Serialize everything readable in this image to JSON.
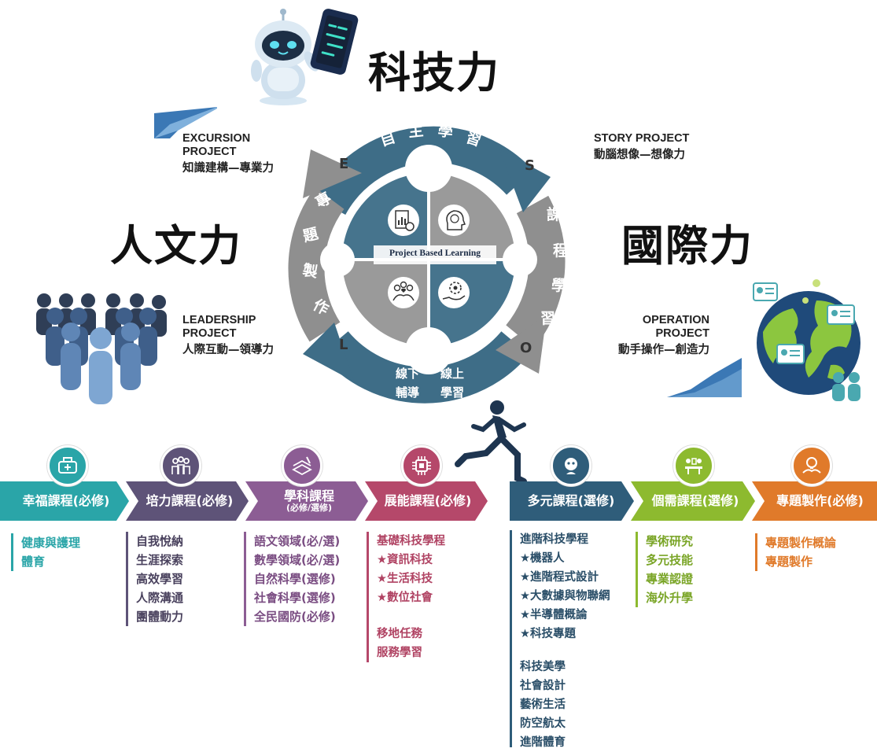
{
  "titles": {
    "top": "科技力",
    "left": "人文力",
    "right": "國際力"
  },
  "projects": {
    "excursion": {
      "line1": "EXCURSION",
      "line2": "PROJECT",
      "cn": "知識建構—專業力"
    },
    "story": {
      "line1": "STORY PROJECT",
      "cn": "動腦想像—想像力"
    },
    "leadership": {
      "line1": "LEADERSHIP",
      "line2": "PROJECT",
      "cn": "人際互動—領導力"
    },
    "operation": {
      "line1": "OPERATION",
      "line2": "PROJECT",
      "cn": "動手操作—創造力"
    }
  },
  "cycle": {
    "top_text": [
      "自",
      "主",
      "學",
      "習"
    ],
    "right_text": [
      "課",
      "程",
      "學",
      "習"
    ],
    "left_text": [
      "專",
      "題",
      "製",
      "作"
    ],
    "bottom_text": [
      "線下",
      "線上",
      "輔導",
      "學習"
    ],
    "letters": {
      "e": "E",
      "s": "S",
      "o": "O",
      "l": "L"
    },
    "center_label": "Project Based Learning",
    "colors": {
      "arrow_blue": "#3e6d87",
      "arrow_gray": "#8f8f8f",
      "quad_blue": "#46748d",
      "quad_gray": "#9a9a9a"
    }
  },
  "categories": [
    {
      "label": "幸福課程(必修)",
      "sub": "",
      "color": "#2aa5a8",
      "icon": "health-icon"
    },
    {
      "label": "培力課程(必修)",
      "sub": "",
      "color": "#5e5378",
      "icon": "group-icon"
    },
    {
      "label": "學科課程",
      "sub": "(必修/選修)",
      "color": "#8c5d94",
      "icon": "book-icon"
    },
    {
      "label": "展能課程(必修)",
      "sub": "",
      "color": "#b5486a",
      "icon": "chip-icon"
    },
    {
      "label": "多元課程(選修)",
      "sub": "",
      "color": "#2f5d7a",
      "icon": "robot-head-icon"
    },
    {
      "label": "個需課程(選修)",
      "sub": "",
      "color": "#8dba2f",
      "icon": "meeting-icon"
    },
    {
      "label": "專題製作(必修)",
      "sub": "",
      "color": "#e07a2a",
      "icon": "idea-icon"
    }
  ],
  "lists": {
    "wellbeing": [
      "健康與護理",
      "體育"
    ],
    "empower": [
      "自我悅納",
      "生涯探索",
      "高效學習",
      "人際溝通",
      "團體動力"
    ],
    "academic": [
      "語文領域(必/選)",
      "數學領域(必/選)",
      "自然科學(選修)",
      "社會科學(選修)",
      "全民國防(必修)"
    ],
    "ability_a": [
      "基礎科技學程",
      "★資訊科技",
      "★生活科技",
      "★數位社會"
    ],
    "ability_b": [
      "移地任務",
      "服務學習"
    ],
    "diverse_a": [
      "進階科技學程",
      "★機器人",
      "★進階程式設計",
      "★大數據與物聯網",
      "★半導體概論",
      "★科技專題"
    ],
    "diverse_b": [
      "科技美學",
      "社會設計",
      "藝術生活",
      "防空航太",
      "進階體育"
    ],
    "individual": [
      "學術研究",
      "多元技能",
      "專業認證",
      "海外升學"
    ],
    "project": [
      "專題製作概論",
      "專題製作"
    ]
  }
}
